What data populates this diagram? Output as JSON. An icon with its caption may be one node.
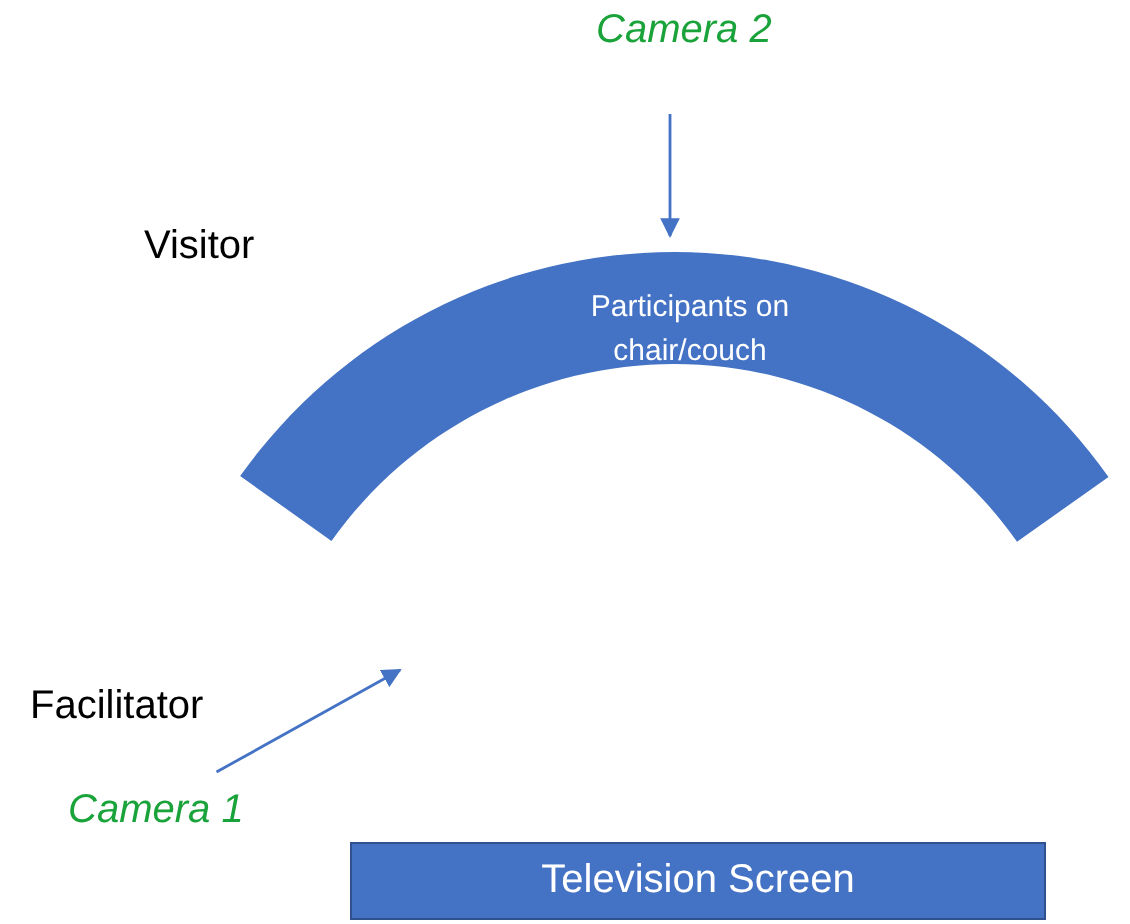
{
  "diagram": {
    "nodes": [
      {
        "text": [
          "Camera 2"
        ]
      },
      {
        "text": [
          "Participants on chair/couch"
        ]
      },
      {
        "text": [
          "Camera 1"
        ]
      },
      {
        "text": [
          "Television Screen"
        ]
      }
    ],
    "edges": [
      {
        "from": 0,
        "to": 1,
        "arrow": "to"
      },
      {
        "from": 2,
        "to": null,
        "arrow": "to"
      }
    ],
    "labels": [
      "Visitor",
      "Facilitator"
    ]
  }
}
